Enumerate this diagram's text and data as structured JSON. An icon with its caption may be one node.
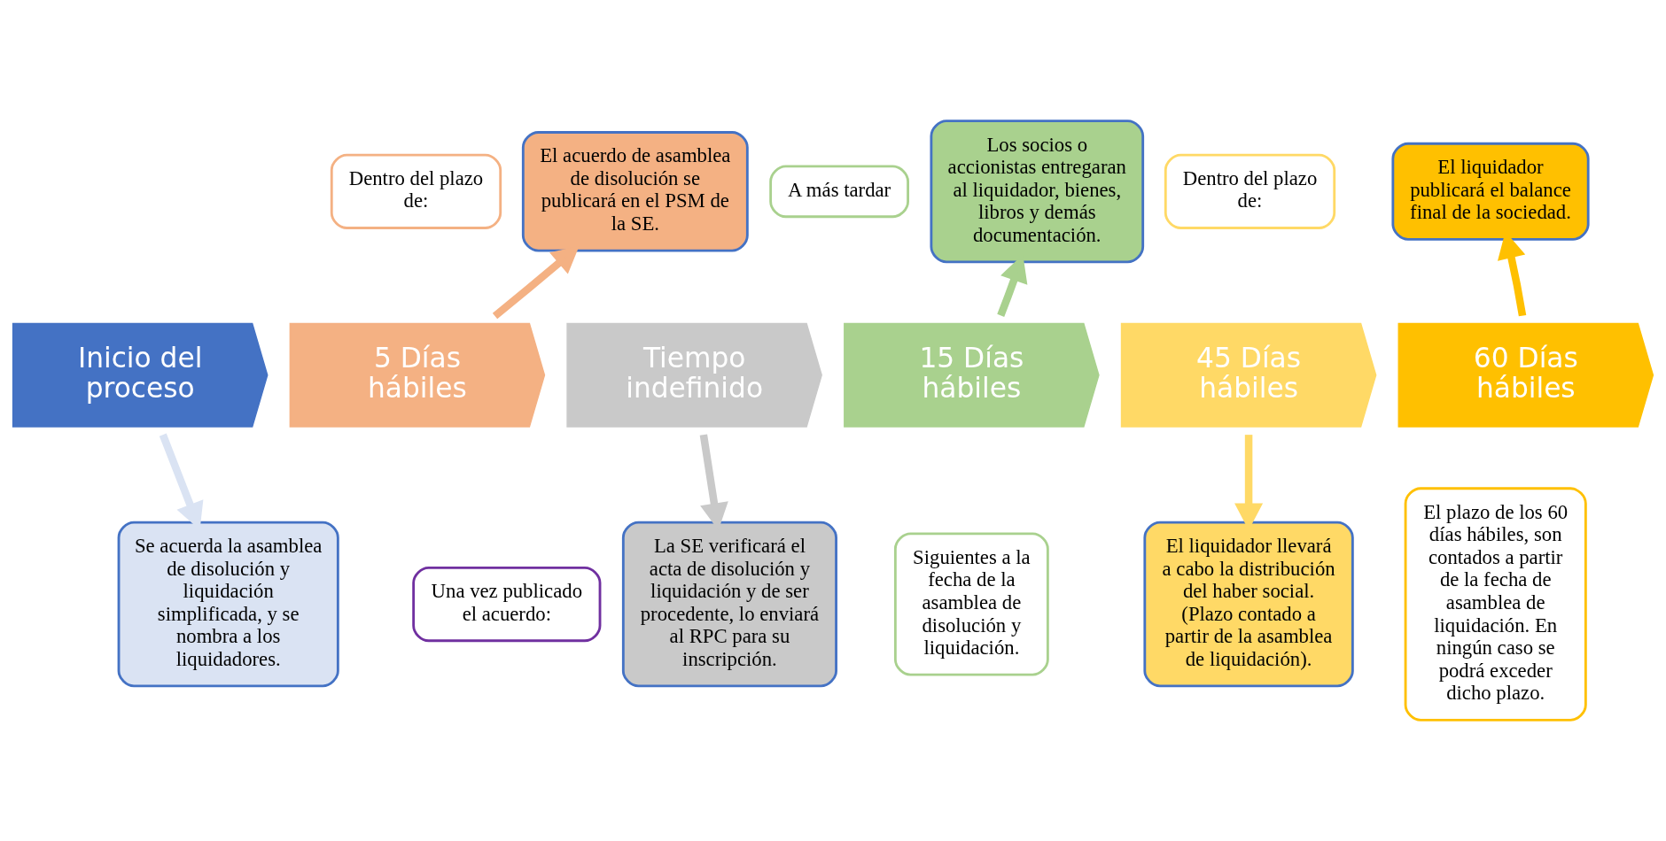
{
  "diagram": {
    "nodes": [
      {
        "text": [
          "Inicio del proceso"
        ]
      },
      {
        "text": [
          "5 Días hábiles"
        ]
      },
      {
        "text": [
          "Tiempo indefinido"
        ]
      },
      {
        "text": [
          "15 Días hábiles"
        ]
      },
      {
        "text": [
          "45 Días hábiles"
        ]
      },
      {
        "text": [
          "60 Días hábiles"
        ]
      },
      {
        "text": [
          "El acuerdo de asamblea de disolución se publicará en el PSM de la SE."
        ]
      },
      {
        "text": [
          "Dentro del plazo de:"
        ]
      },
      {
        "text": [
          "Los socios o accionistas entregaran al liquidador, bienes, libros y demás documentación."
        ]
      },
      {
        "text": [
          "A más tardar"
        ]
      },
      {
        "text": [
          "El liquidador publicará el balance final de la sociedad."
        ]
      },
      {
        "text": [
          "Dentro del plazo de:"
        ]
      },
      {
        "text": [
          "Se acuerda la asamblea de disolución y liquidación simplificada, y se nombra a los liquidadores."
        ]
      },
      {
        "text": [
          "Una vez publicado el acuerdo:"
        ]
      },
      {
        "text": [
          "La SE verificará el acta de disolución y liquidación y de ser procedente, lo enviará al RPC para su inscripción."
        ]
      },
      {
        "text": [
          "Siguientes a la fecha de la asamblea de disolución y liquidación."
        ]
      },
      {
        "text": [
          "El liquidador llevará a cabo la distribución del haber social.",
          "(Plazo contado a partir de la asamblea de liquidación)."
        ]
      },
      {
        "text": [
          "El plazo de los 60 días hábiles, son contados a partir de la fecha de asamblea de liquidación. En ningún caso se podrá exceder dicho plazo."
        ]
      }
    ],
    "edges": [
      {
        "from": 1,
        "to": 6,
        "arrow": "to",
        "color": "#f4b183"
      },
      {
        "from": 3,
        "to": 8,
        "arrow": "to",
        "color": "#a9d18e"
      },
      {
        "from": 5,
        "to": 10,
        "arrow": "to",
        "color": "#ffc000"
      },
      {
        "from": 0,
        "to": 12,
        "arrow": "to",
        "color": "#dae3f3"
      },
      {
        "from": 2,
        "to": 14,
        "arrow": "to",
        "color": "#c9c9c9"
      },
      {
        "from": 4,
        "to": 16,
        "arrow": "to",
        "color": "#ffd966"
      }
    ]
  }
}
